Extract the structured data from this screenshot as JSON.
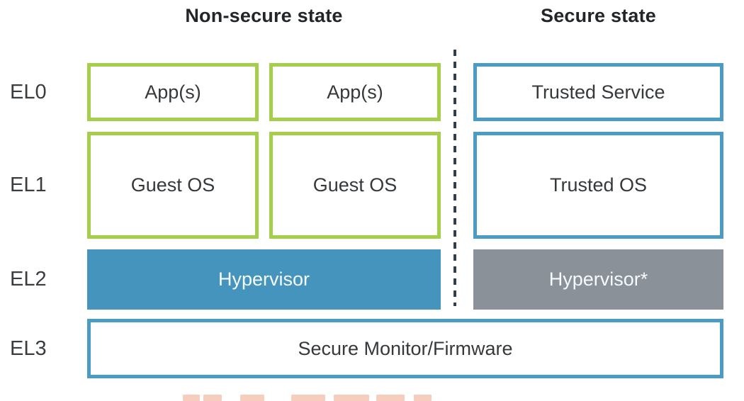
{
  "title_row": {
    "non_secure": "Non-secure state",
    "secure": "Secure state"
  },
  "privilege_levels": [
    "EL0",
    "EL1",
    "EL2",
    "EL3"
  ],
  "boxes": {
    "el0_app_1": "App(s)",
    "el0_app_2": "App(s)",
    "el0_trusted_service": "Trusted Service",
    "el1_guest_os_1": "Guest OS",
    "el1_guest_os_2": "Guest OS",
    "el1_trusted_os": "Trusted OS",
    "el2_hypervisor": "Hypervisor",
    "el2_hypervisor_secure": "Hypervisor*",
    "el3_secure_monitor": "Secure Monitor/Firmware"
  },
  "colors": {
    "green_border": "#a5ce4b",
    "blue_border": "#4a9cc4",
    "blue_fill": "#4594bd",
    "gray_fill": "#8a9199",
    "divider": "#333e49",
    "heading_text": "#232629",
    "label_text": "#3a3d40",
    "box_text": "#36393c",
    "watermark": "#f6c4b1"
  }
}
